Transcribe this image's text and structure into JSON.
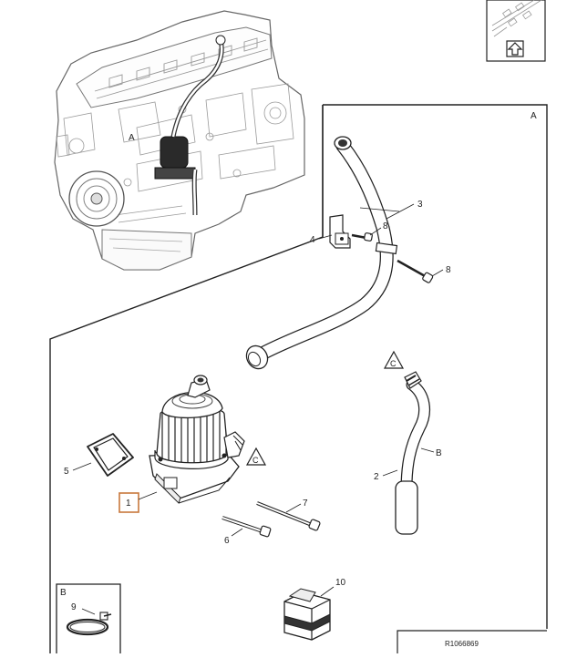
{
  "diagram": {
    "reference_code": "R1066869",
    "view_labels": {
      "detail_a": "A",
      "detail_b": "B",
      "engine_a": "A"
    },
    "callouts": {
      "p1": "1",
      "p2": "2",
      "p3": "3",
      "p4": "4",
      "p5": "5",
      "p6": "6",
      "p7": "7",
      "p8a": "8",
      "p8b": "8",
      "p9": "9",
      "p10": "10"
    },
    "hose_b_label": "B",
    "triangle_c": "C",
    "highlight_color": "#c8783c"
  }
}
